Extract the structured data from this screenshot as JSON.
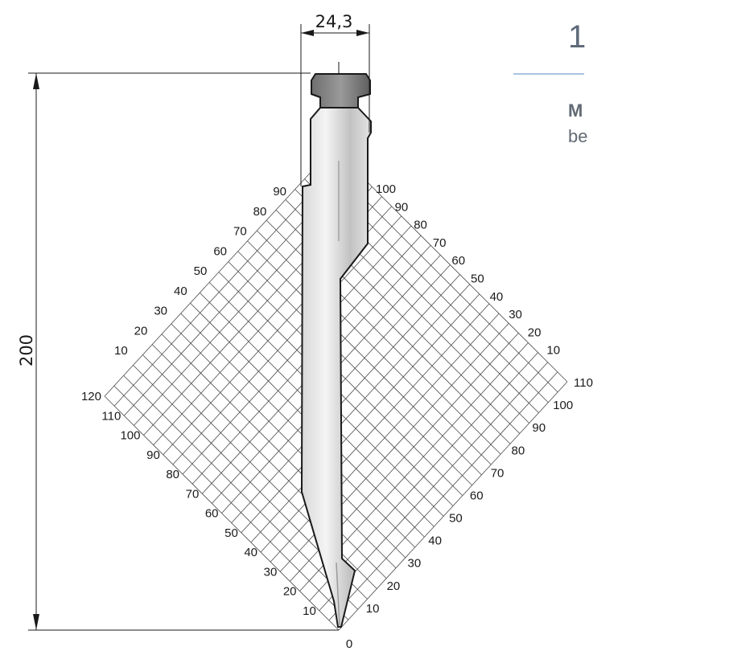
{
  "page": {
    "heading": "1",
    "description_bold": "M",
    "description_line2": "be"
  },
  "drawing": {
    "width_dimension": "24,3",
    "height_dimension": "200",
    "origin_label": "0",
    "left_upper_scale": [
      "10",
      "20",
      "30",
      "40",
      "50",
      "60",
      "70",
      "80",
      "90"
    ],
    "left_lower_scale": [
      "10",
      "20",
      "30",
      "40",
      "50",
      "60",
      "70",
      "80",
      "90",
      "100",
      "110",
      "120"
    ],
    "right_upper_scale": [
      "10",
      "20",
      "30",
      "40",
      "50",
      "60",
      "70",
      "80",
      "90",
      "100"
    ],
    "right_lower_scale": [
      "10",
      "20",
      "30",
      "40",
      "50",
      "60",
      "70",
      "80",
      "90",
      "100",
      "110"
    ]
  },
  "colors": {
    "line": "#1a1a1a",
    "grid": "#4a4a4a",
    "accent_rule": "#a9c3e0",
    "heading_text": "#5f6b7a"
  }
}
